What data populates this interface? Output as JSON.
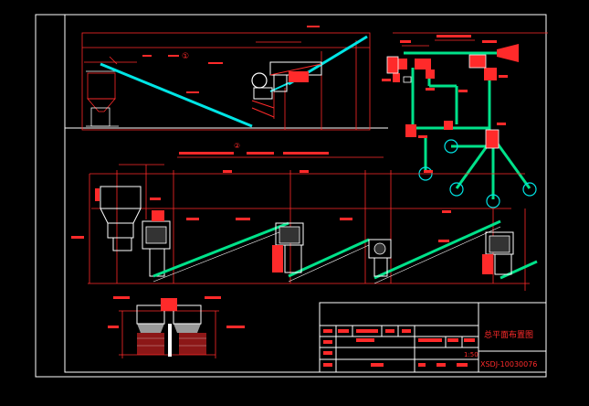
{
  "colors": {
    "background": "#000000",
    "frame": "#ffffff",
    "outline": "#ff2a2a",
    "conveyor": "#00e5e5",
    "equipment_fill": "#ff2a2a",
    "equipment_line": "#ffffff",
    "belt_green": "#00e28a",
    "dimension": "#ff2a2a",
    "title_text": "#ff3333"
  },
  "marks": {
    "circle_1": "①",
    "circle_2": "②"
  },
  "title_block": {
    "drawing_title": "总平面布置图",
    "drawing_number": "XSDJ-10030076",
    "scale": "1:50"
  }
}
